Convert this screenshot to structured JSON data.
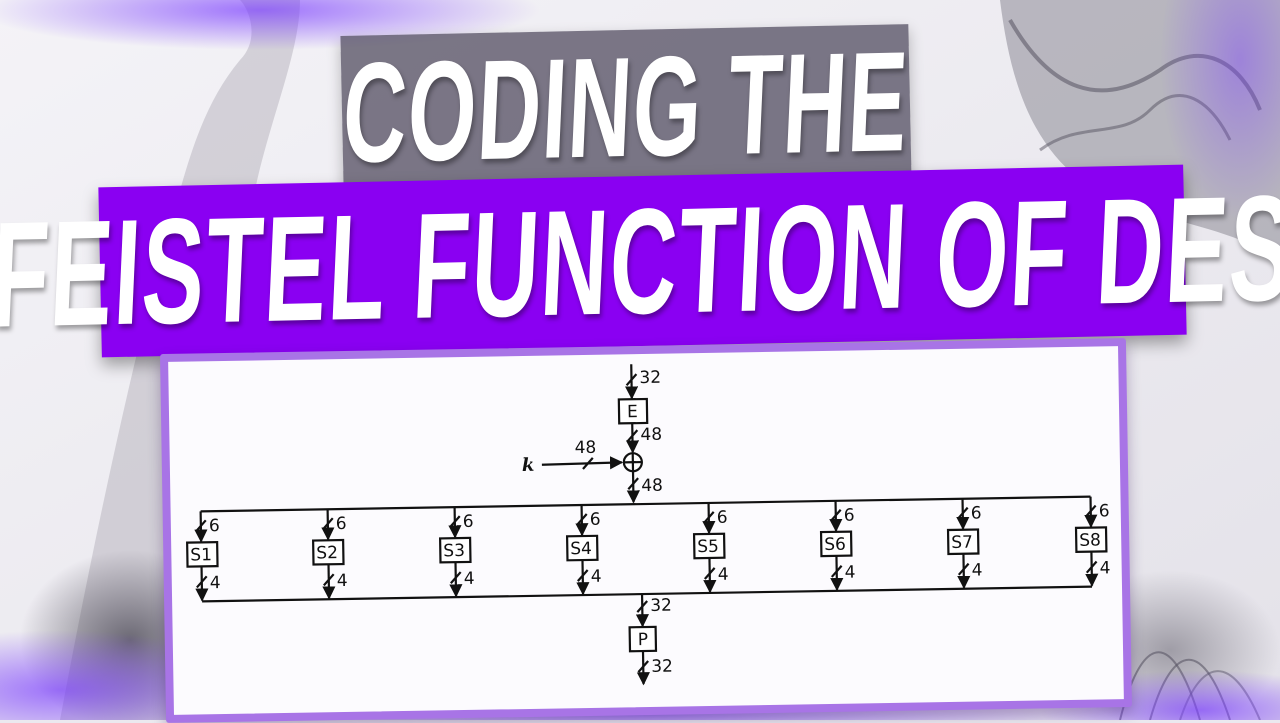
{
  "title": {
    "line1": "Coding the",
    "line2": "Feistel Function of DES"
  },
  "colors": {
    "banner_top_bg": "#5f5a6c",
    "banner_bottom_bg": "#8a00f2",
    "card_border": "#a874e6",
    "card_bg": "#fcfbfe",
    "text": "#ffffff",
    "line": "#111111"
  },
  "diagram": {
    "input_width": "32",
    "expansion_box": "E",
    "expansion_output_width": "48",
    "key_label": "k",
    "key_width": "48",
    "xor_symbol": "⊕",
    "xor_output_width": "48",
    "sboxes": [
      {
        "label": "S1",
        "in": "6",
        "out": "4"
      },
      {
        "label": "S2",
        "in": "6",
        "out": "4"
      },
      {
        "label": "S3",
        "in": "6",
        "out": "4"
      },
      {
        "label": "S4",
        "in": "6",
        "out": "4"
      },
      {
        "label": "S5",
        "in": "6",
        "out": "4"
      },
      {
        "label": "S6",
        "in": "6",
        "out": "4"
      },
      {
        "label": "S7",
        "in": "6",
        "out": "4"
      },
      {
        "label": "S8",
        "in": "6",
        "out": "4"
      }
    ],
    "sbox_output_width": "32",
    "permutation_box": "P",
    "output_width": "32"
  }
}
